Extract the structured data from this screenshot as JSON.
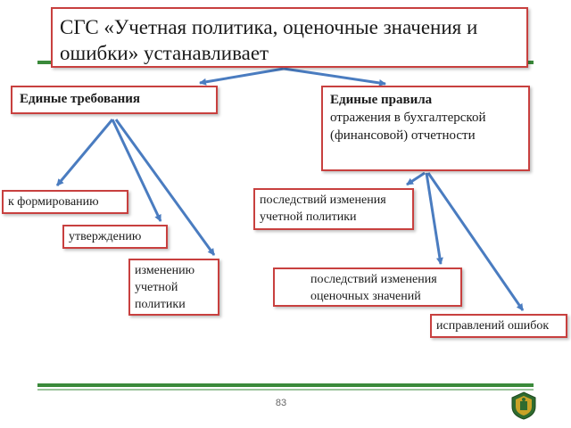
{
  "title": "СГС «Учетная политика, оценочные значения и ошибки» устанавливает",
  "left": {
    "heading": "Единые требования",
    "items": [
      "к формированию",
      "утверждению",
      "изменению учетной политики"
    ]
  },
  "right": {
    "heading_bold": "Единые правила",
    "heading_rest": "отражения в бухгалтерской (финансовой) отчетности",
    "items": [
      "последствий изменения учетной политики",
      "последствий изменения оценочных значений",
      "исправлений ошибок"
    ]
  },
  "page_number": "83",
  "colors": {
    "box_border": "#c8403f",
    "arrow": "#4a7cc0",
    "rule_line": "#3a8a3a"
  },
  "icons": [
    "emblem-icon"
  ]
}
